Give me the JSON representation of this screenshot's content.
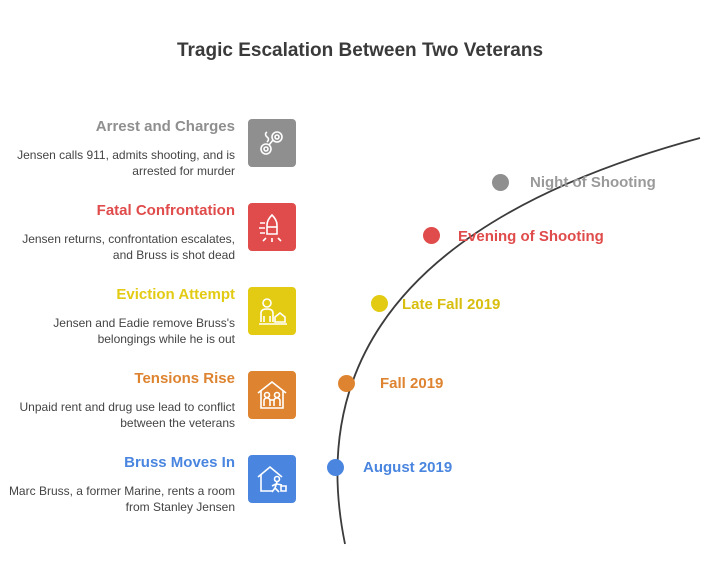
{
  "title": "Tragic Escalation Between Two Veterans",
  "events": [
    {
      "heading": "Arrest and Charges",
      "description": "Jensen calls 911, admits shooting, and is arrested for murder",
      "date": "Night of Shooting",
      "color": "#8f8f8f",
      "date_color": "#9a9a9a",
      "icon": "handcuffs-icon"
    },
    {
      "heading": "Fatal Confrontation",
      "description": "Jensen returns, confrontation escalates, and Bruss is shot dead",
      "date": "Evening of Shooting",
      "color": "#e04b4b",
      "date_color": "#e04b4b",
      "icon": "bullet-icon"
    },
    {
      "heading": "Eviction Attempt",
      "description": "Jensen and Eadie remove Bruss's belongings while he is out",
      "date": "Late Fall 2019",
      "color": "#e3cb13",
      "date_color": "#d8be0e",
      "icon": "eviction-icon"
    },
    {
      "heading": "Tensions Rise",
      "description": "Unpaid rent and drug use lead to conflict between the veterans",
      "date": "Fall 2019",
      "color": "#de8430",
      "date_color": "#de8430",
      "icon": "house-conflict-icon"
    },
    {
      "heading": "Bruss Moves In",
      "description": "Marc Bruss, a former Marine, rents a room from Stanley Jensen",
      "date": "August 2019",
      "color": "#4a86e0",
      "date_color": "#4a86e0",
      "icon": "house-move-in-icon"
    }
  ]
}
